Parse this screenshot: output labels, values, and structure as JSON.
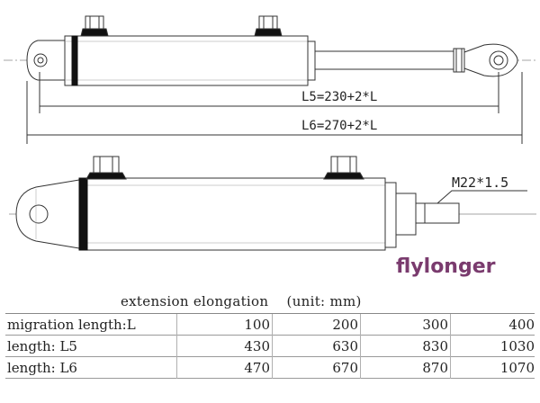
{
  "diagram": {
    "top_view": {
      "dim_l5": "L5=230+2*L",
      "dim_l6": "L6=270+2*L"
    },
    "bottom_view": {
      "thread_label": "M22*1.5"
    },
    "logo_text": "flylonger"
  },
  "table": {
    "title": "extension elongation    (unit: mm)",
    "rows": [
      {
        "label": "migration length:L",
        "values": [
          "100",
          "200",
          "300",
          "400"
        ]
      },
      {
        "label": "length: L5",
        "values": [
          "430",
          "630",
          "830",
          "1030"
        ]
      },
      {
        "label": "length: L6",
        "values": [
          "470",
          "670",
          "870",
          "1070"
        ]
      }
    ]
  }
}
